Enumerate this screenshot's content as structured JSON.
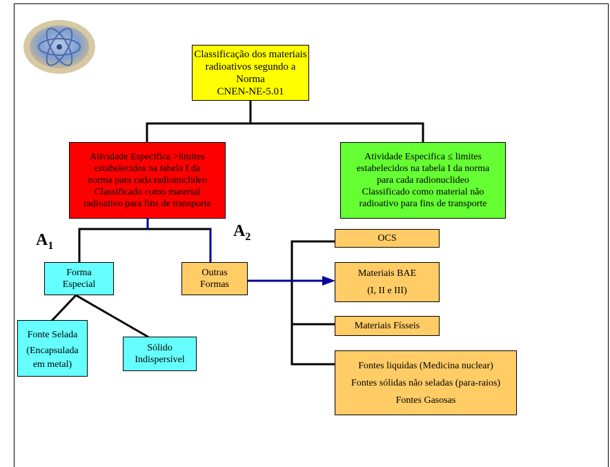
{
  "diagram": {
    "root": {
      "lines": [
        "Classificação  dos materiais",
        "radioativos  segundo a Norma",
        "CNEN-NE-5.01"
      ]
    },
    "red_box": {
      "lines": [
        "Atividade Especifica >limites",
        "estabelecidos na tabela I da",
        "norma para cada radionuclideo",
        "Classificado como material",
        "radioativo para fins de transporte"
      ]
    },
    "green_box": {
      "lines": [
        "Atividade Especifica ≤ limites",
        "estabelecidos na tabela I da norma",
        "para cada radionuclideo",
        "Classificado como material  não",
        "radioativo para fins de transporte"
      ]
    },
    "a1": {
      "letter": "A",
      "sub": "1"
    },
    "a2": {
      "letter": "A",
      "sub": "2"
    },
    "forma_especial": {
      "lines": [
        "Forma",
        "Especial"
      ]
    },
    "outras_formas": {
      "lines": [
        "Outras",
        "Formas"
      ]
    },
    "fonte_selada": {
      "lines": [
        "Fonte Selada",
        "(Encapsulada",
        "em metal)"
      ]
    },
    "solido": {
      "lines": [
        "Sólido",
        "Indispersível"
      ]
    },
    "ocs": {
      "label": "OCS"
    },
    "materiais_bae": {
      "lines": [
        "Materiais BAE",
        "(I, II e III)"
      ]
    },
    "materiais_fisseis": {
      "label": "Materiais Físseis"
    },
    "fontes": {
      "lines": [
        "Fontes liquidas (Medicina nuclear)",
        "Fontes sólidas não seladas (para-raios)",
        "Fontes Gasosas"
      ]
    }
  },
  "colors": {
    "root_fill": "#ffff00",
    "red_fill": "#ff0000",
    "green_fill": "#66ff33",
    "cyan_fill": "#66ffff",
    "orange_fill": "#ffcc66",
    "connector_black": "#000000",
    "connector_blue": "#000099"
  },
  "logo": {
    "icon": "cnen-seal-icon"
  }
}
